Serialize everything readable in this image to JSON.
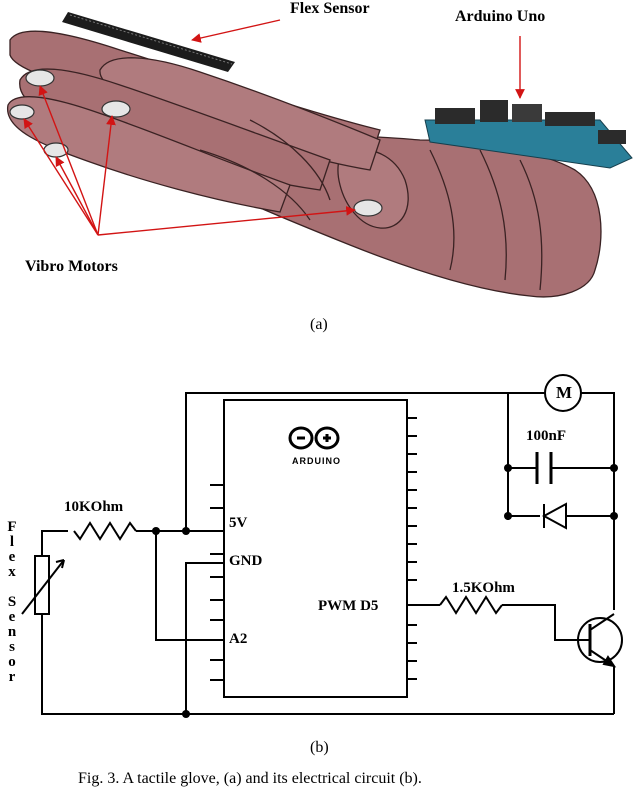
{
  "figure_a": {
    "label_flex_sensor": "Flex Sensor",
    "label_arduino_uno": "Arduino Uno",
    "label_vibro_motors": "Vibro Motors",
    "subcaption": "(a)",
    "colors": {
      "glove": "#a87073",
      "glove_edge": "#3a2223",
      "board": "#2a7f99",
      "component": "#2b2b2b",
      "arrow": "#d21414"
    }
  },
  "figure_b": {
    "label_10kohm": "10KOhm",
    "label_5v": "5V",
    "label_gnd": "GND",
    "label_a2": "A2",
    "label_pwm_d5": "PWM D5",
    "label_1_5kohm": "1.5KOhm",
    "label_100nf": "100nF",
    "label_motor": "M",
    "label_arduino_logo": "ARDUINO",
    "label_flex_sensor_vertical": [
      "F",
      "l",
      "e",
      "x",
      "",
      "S",
      "e",
      "n",
      "s",
      "o",
      "r"
    ],
    "subcaption": "(b)"
  },
  "caption": "Fig. 3.   A tactile glove, (a) and its electrical circuit (b)."
}
